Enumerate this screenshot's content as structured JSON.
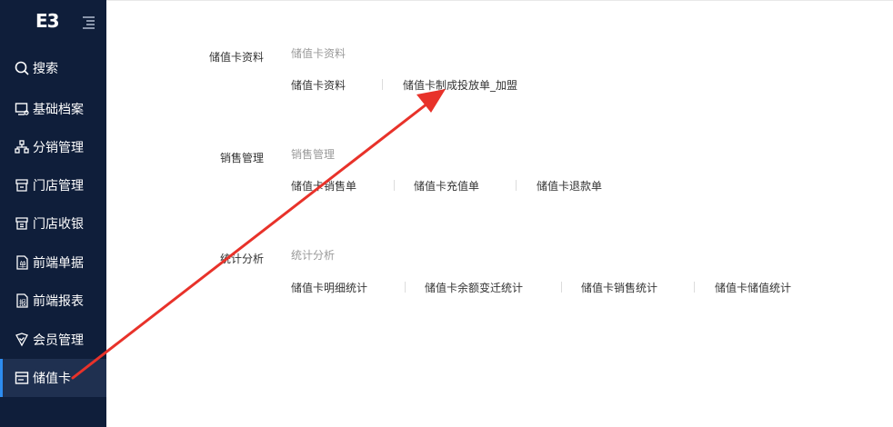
{
  "logo": "E3",
  "sidebar": {
    "items": [
      {
        "label": "搜索"
      },
      {
        "label": "基础档案"
      },
      {
        "label": "分销管理"
      },
      {
        "label": "门店管理"
      },
      {
        "label": "门店收银"
      },
      {
        "label": "前端单据"
      },
      {
        "label": "前端报表"
      },
      {
        "label": "会员管理"
      },
      {
        "label": "储值卡"
      }
    ],
    "active_index": 8,
    "active_accent": "#2d8cf0"
  },
  "sections": [
    {
      "label": "储值卡资料",
      "group_title": "储值卡资料",
      "links": [
        "储值卡资料",
        "储值卡制成投放单_加盟"
      ]
    },
    {
      "label": "销售管理",
      "group_title": "销售管理",
      "links": [
        "储值卡销售单",
        "储值卡充值单",
        "储值卡退款单"
      ]
    },
    {
      "label": "统计分析",
      "group_title": "统计分析",
      "links": [
        "储值卡明细统计",
        "储值卡余额变迁统计",
        "储值卡销售统计",
        "储值卡储值统计"
      ]
    }
  ],
  "colors": {
    "sidebar_bg": "#0f1e3a",
    "annotation_arrow": "#e8322a"
  }
}
